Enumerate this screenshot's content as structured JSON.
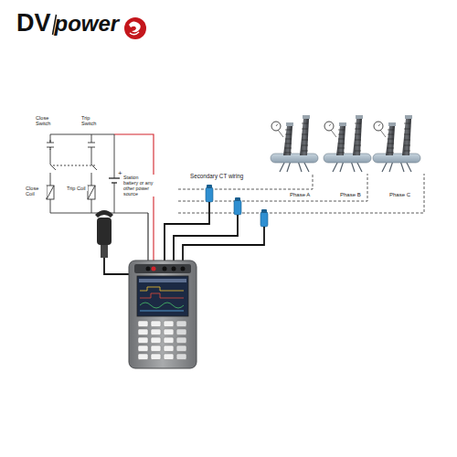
{
  "diagram": {
    "labels": [
      "DV",
      "power",
      "Close Switch",
      "Trip Switch",
      "Close Coil",
      "Trip Coil",
      "+",
      "Station battery or any other power source",
      "Secondary CT wiring",
      "Phase A",
      "Phase B",
      "Phase C"
    ]
  }
}
